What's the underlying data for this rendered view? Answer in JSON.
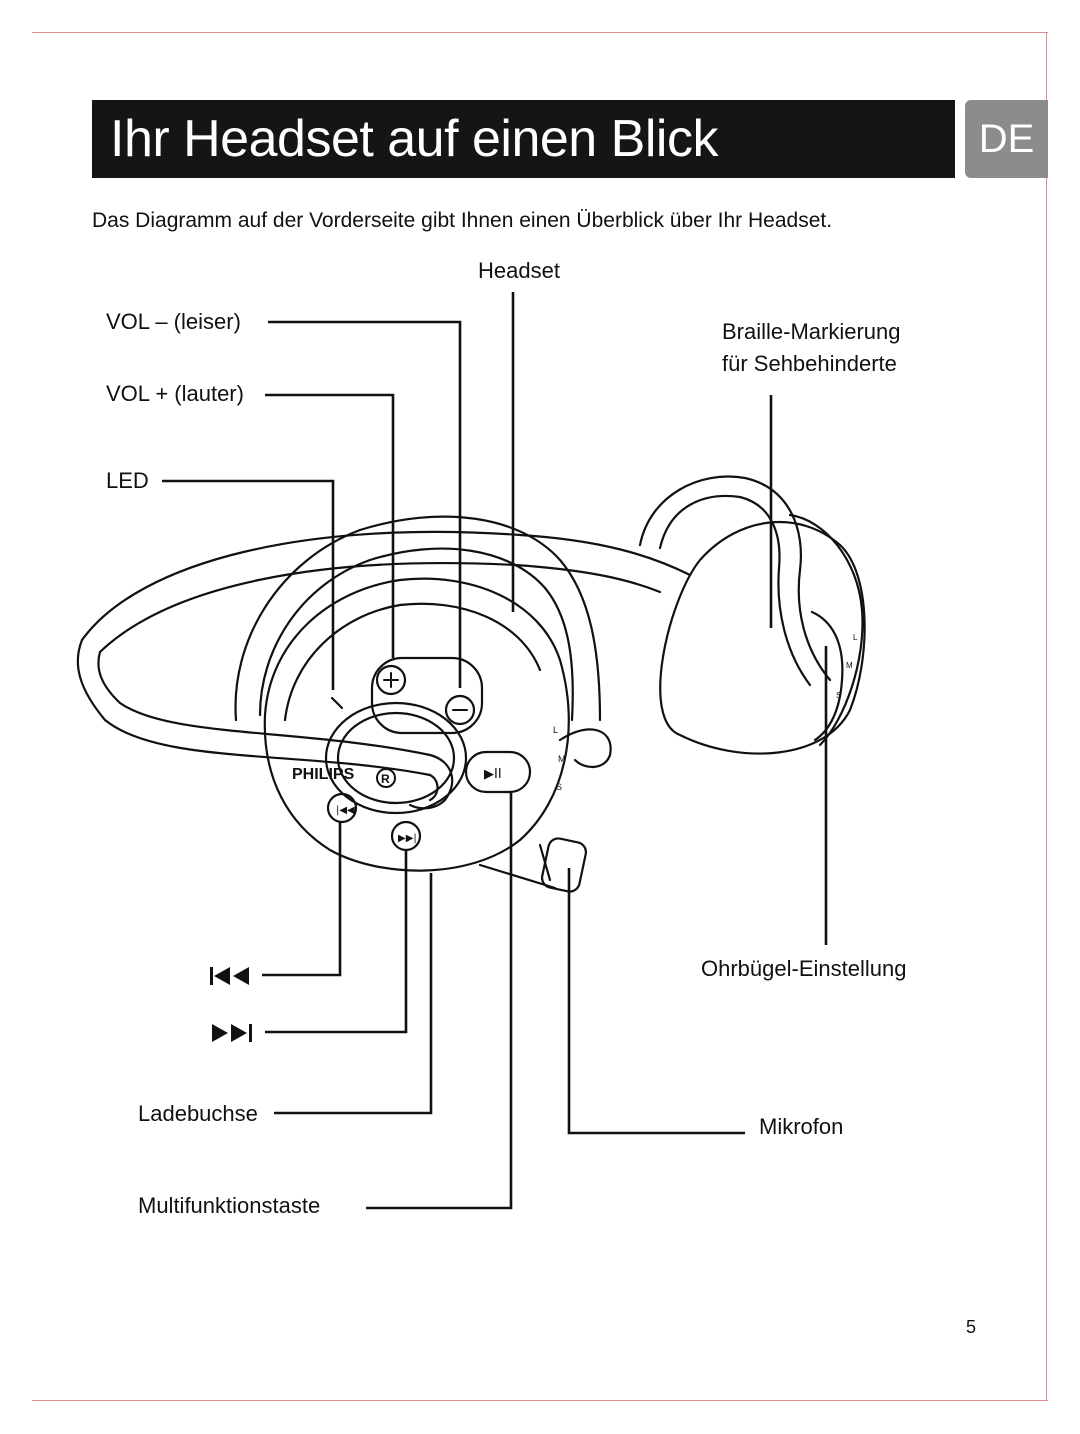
{
  "header": {
    "title": "Ihr Headset auf einen Blick",
    "lang_tab": "DE"
  },
  "intro_text": "Das Diagramm auf der Vorderseite gibt Ihnen einen Überblick über Ihr Headset.",
  "diagram": {
    "labels": {
      "headset": "Headset",
      "vol_minus": "VOL –  (leiser)",
      "vol_plus": "VOL  + (lauter)",
      "led": "LED",
      "braille_line1": "Braille-Markierung",
      "braille_line2": "für Sehbehinderte",
      "ear_adjust": "Ohrbügel-Einstellung",
      "charging_port": "Ladebuchse",
      "microphone": "Mikrofon",
      "multifunction": "Multifunktionstaste"
    },
    "device_text": {
      "brand": "PHILIPS",
      "play_pause": "▶II",
      "size_marks": [
        "L",
        "M",
        "S"
      ]
    }
  },
  "page_number": "5"
}
